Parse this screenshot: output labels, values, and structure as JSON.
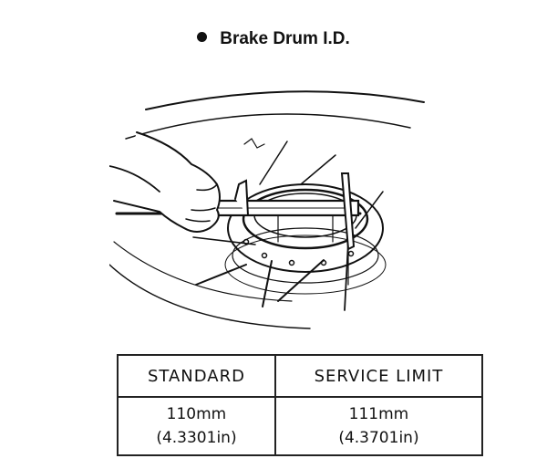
{
  "heading": "Brake Drum I.D.",
  "spec_table": {
    "headers": [
      "STANDARD",
      "SERVICE LIMIT"
    ],
    "values": [
      {
        "primary": "110mm",
        "secondary": "(4.3301in)"
      },
      {
        "primary": "111mm",
        "secondary": "(4.3701in)"
      }
    ]
  }
}
